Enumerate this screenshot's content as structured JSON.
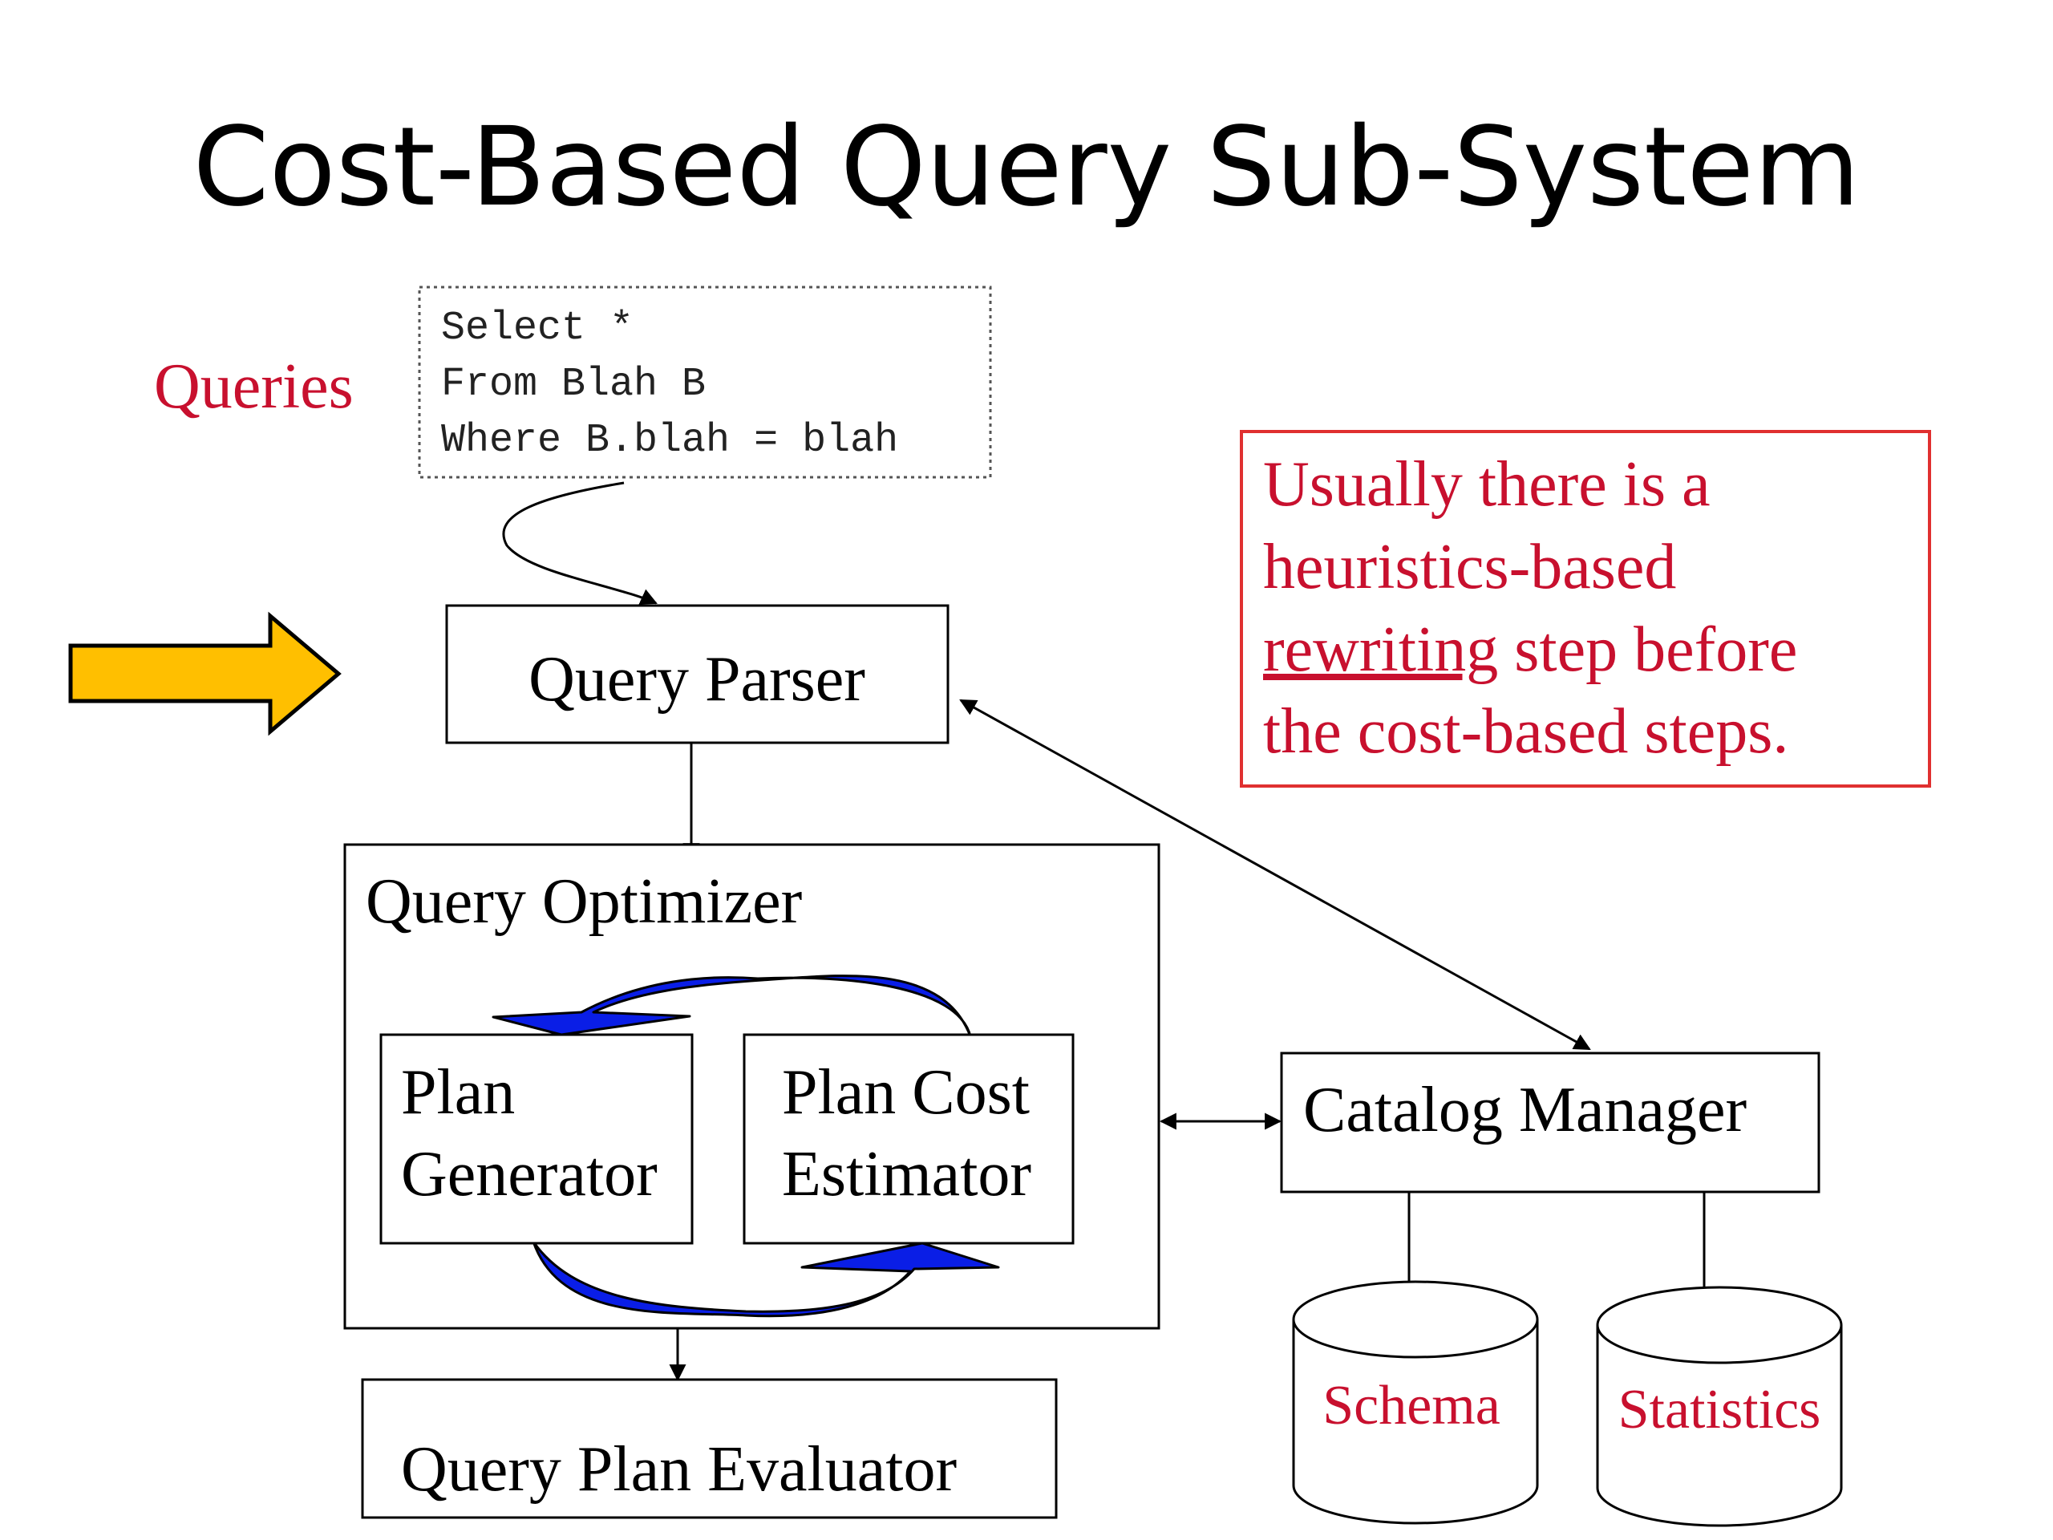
{
  "title": "Cost-Based Query Sub-System",
  "queries_label": "Queries",
  "sql": [
    "Select *",
    "From Blah B",
    "Where B.blah = blah"
  ],
  "note": {
    "line1": "Usually there is a",
    "line2": "heuristics-based",
    "line3_underlined": "rewriting",
    "line3_rest": " step before",
    "line4": "the cost-based steps."
  },
  "parser": "Query Parser",
  "optimizer": "Query Optimizer",
  "plan_generator": [
    "Plan",
    "Generator"
  ],
  "cost_estimator": [
    "Plan Cost",
    "Estimator"
  ],
  "catalog": "Catalog Manager",
  "evaluator": "Query Plan Evaluator",
  "schema": "Schema",
  "statistics": "Statistics",
  "colors": {
    "accent_red": "#c8102e",
    "pointer_arrow": "#ffbf00",
    "cycle_arrow": "#0a1ee6"
  }
}
